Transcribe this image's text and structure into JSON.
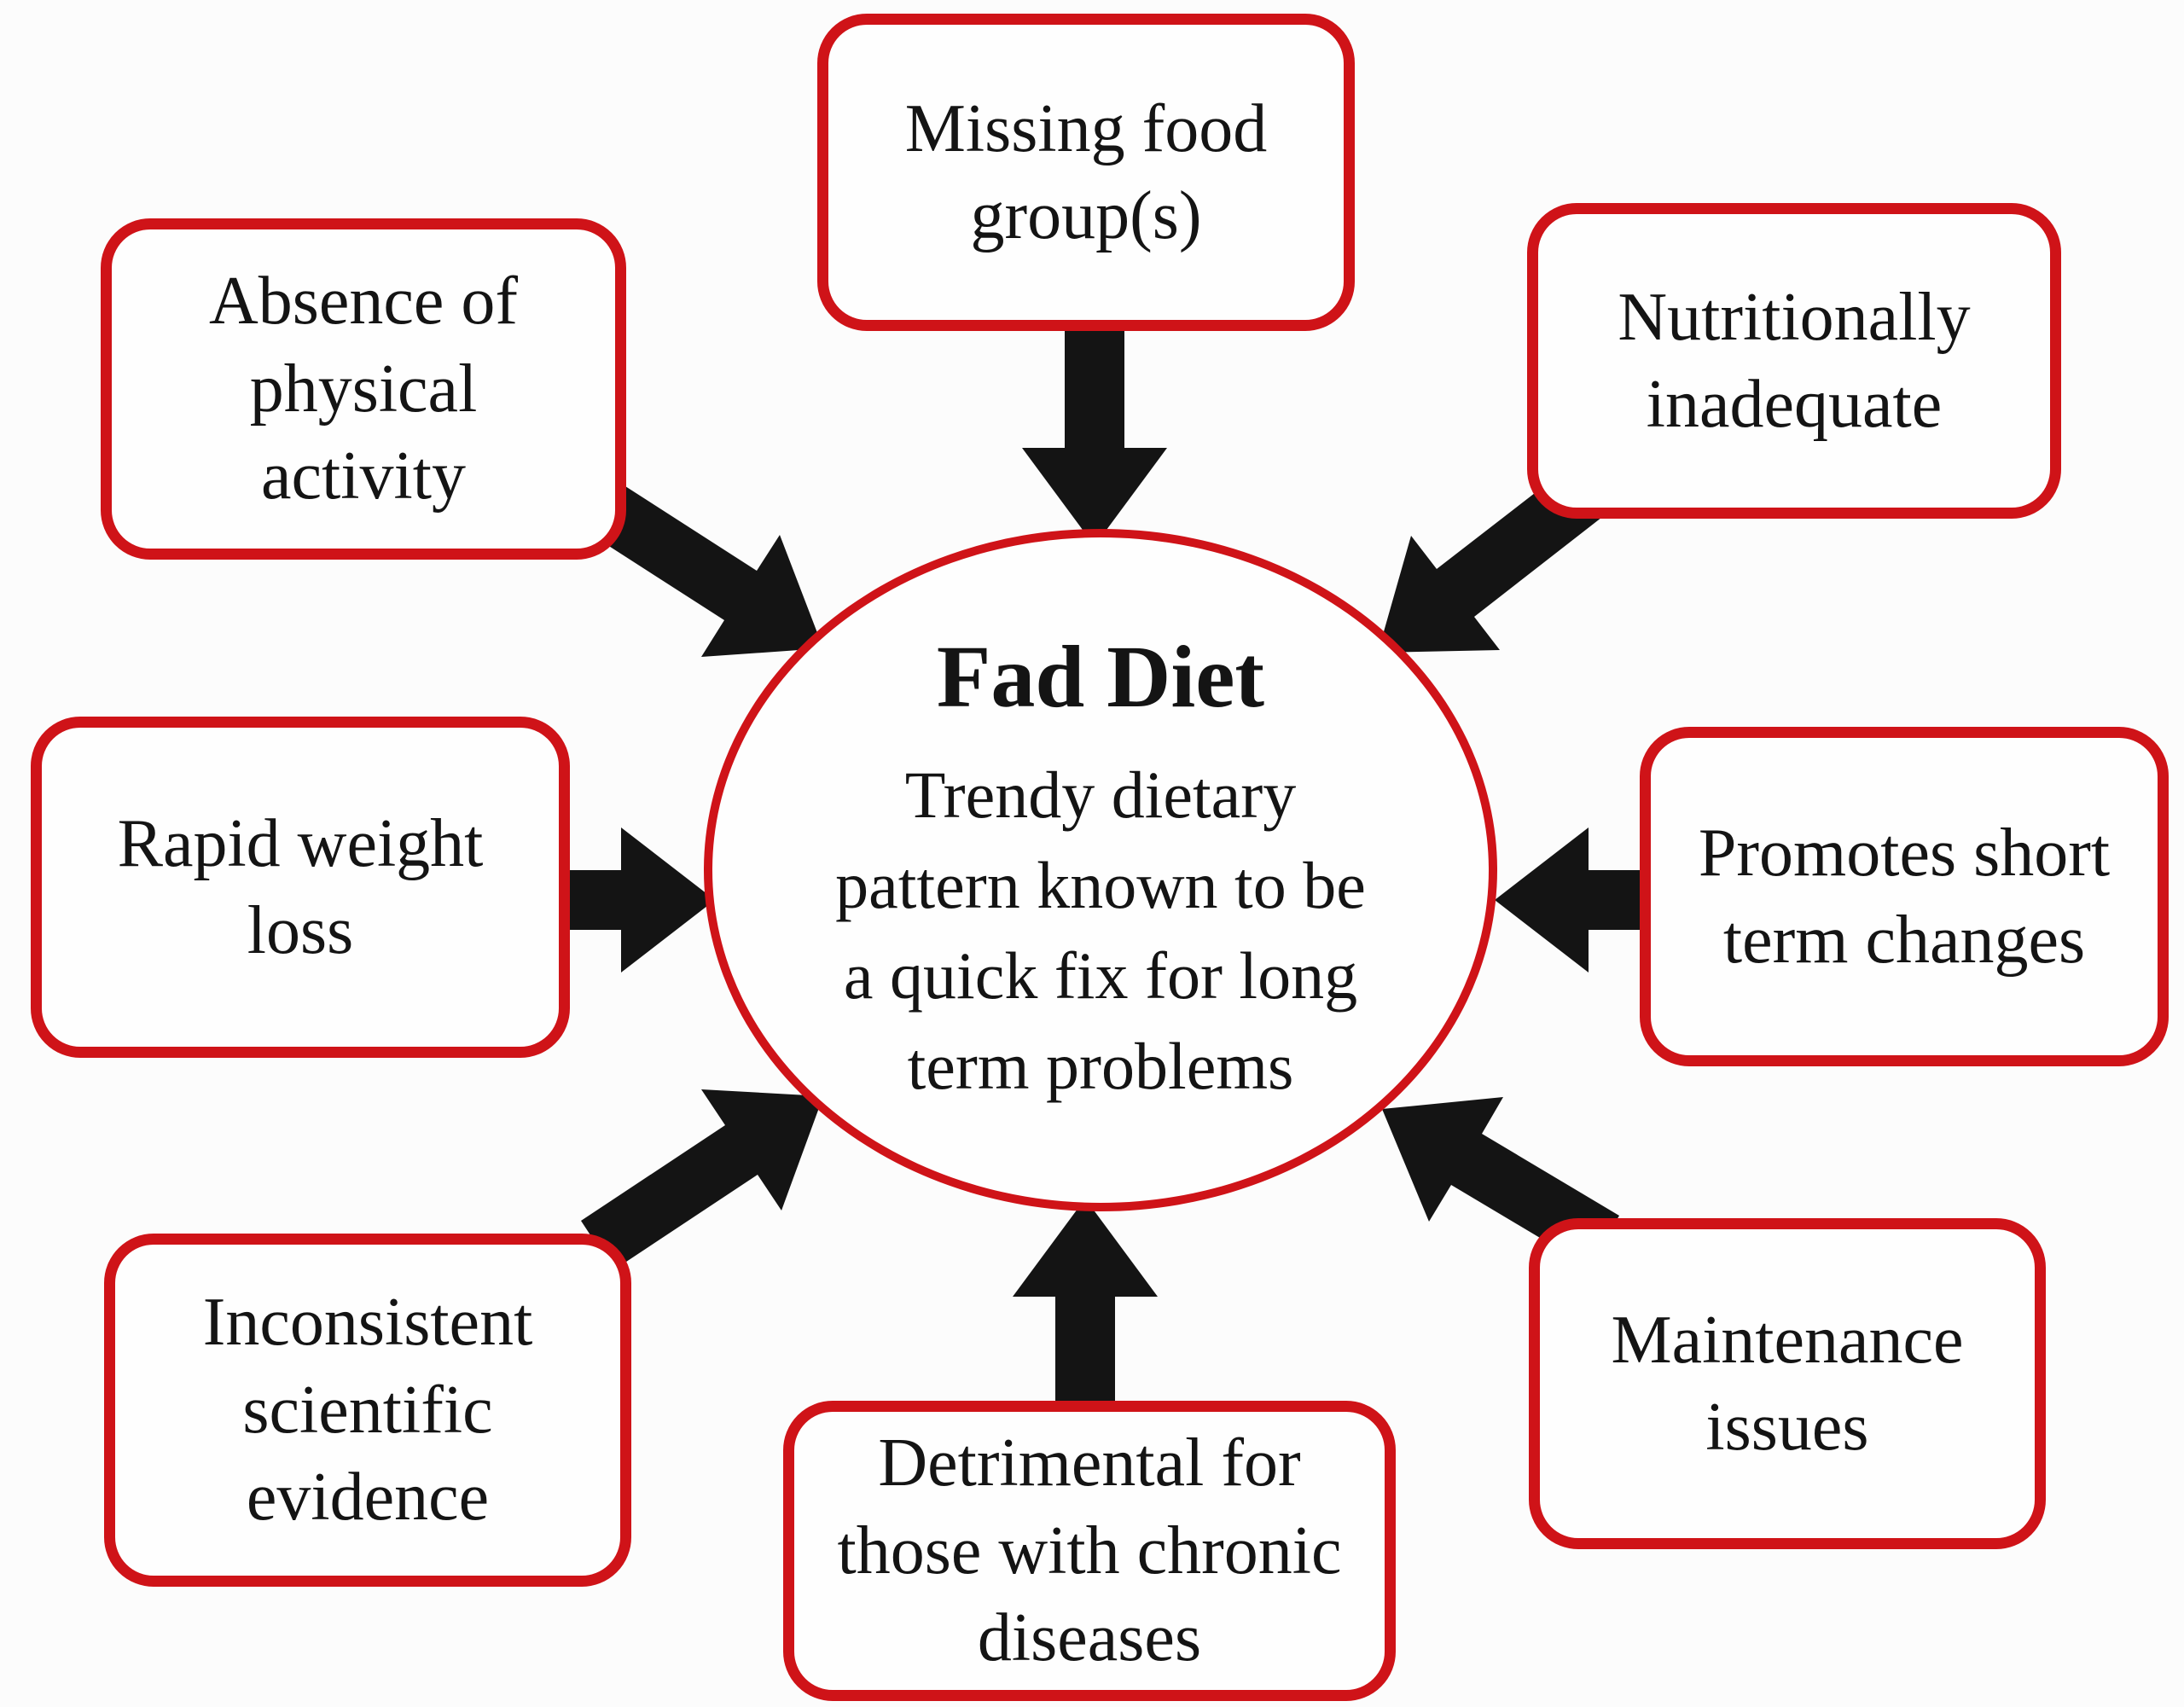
{
  "diagram": {
    "type": "hub-and-spoke",
    "center": {
      "id": "fad-diet",
      "title": "Fad Diet",
      "description": "Trendy dietary pattern known to be a quick fix for long term problems"
    },
    "nodes": [
      {
        "id": "missing-food-groups",
        "label": "Missing food group(s)",
        "position": "top"
      },
      {
        "id": "absence-of-physical-activity",
        "label": "Absence of physical activity",
        "position": "top-left"
      },
      {
        "id": "nutritionally-inadequate",
        "label": "Nutritionally inadequate",
        "position": "top-right"
      },
      {
        "id": "rapid-weight-loss",
        "label": "Rapid weight loss",
        "position": "left"
      },
      {
        "id": "promotes-short-term-changes",
        "label": "Promotes short term changes",
        "position": "right"
      },
      {
        "id": "inconsistent-scientific-evidence",
        "label": "Inconsistent scientific evidence",
        "position": "bottom-left"
      },
      {
        "id": "detrimental-chronic-diseases",
        "label": "Detrimental for those with chronic diseases",
        "position": "bottom"
      },
      {
        "id": "maintenance-issues",
        "label": "Maintenance issues",
        "position": "bottom-right"
      }
    ],
    "edges": [
      {
        "from": "missing-food-groups",
        "to": "fad-diet"
      },
      {
        "from": "absence-of-physical-activity",
        "to": "fad-diet"
      },
      {
        "from": "nutritionally-inadequate",
        "to": "fad-diet"
      },
      {
        "from": "rapid-weight-loss",
        "to": "fad-diet"
      },
      {
        "from": "promotes-short-term-changes",
        "to": "fad-diet"
      },
      {
        "from": "inconsistent-scientific-evidence",
        "to": "fad-diet"
      },
      {
        "from": "detrimental-chronic-diseases",
        "to": "fad-diet"
      },
      {
        "from": "maintenance-issues",
        "to": "fad-diet"
      }
    ],
    "colors": {
      "node-border": "#cf1318",
      "node-fill": "#fefefe",
      "arrow": "#141414",
      "text": "#141414",
      "canvas": "#fcfcfc"
    }
  }
}
